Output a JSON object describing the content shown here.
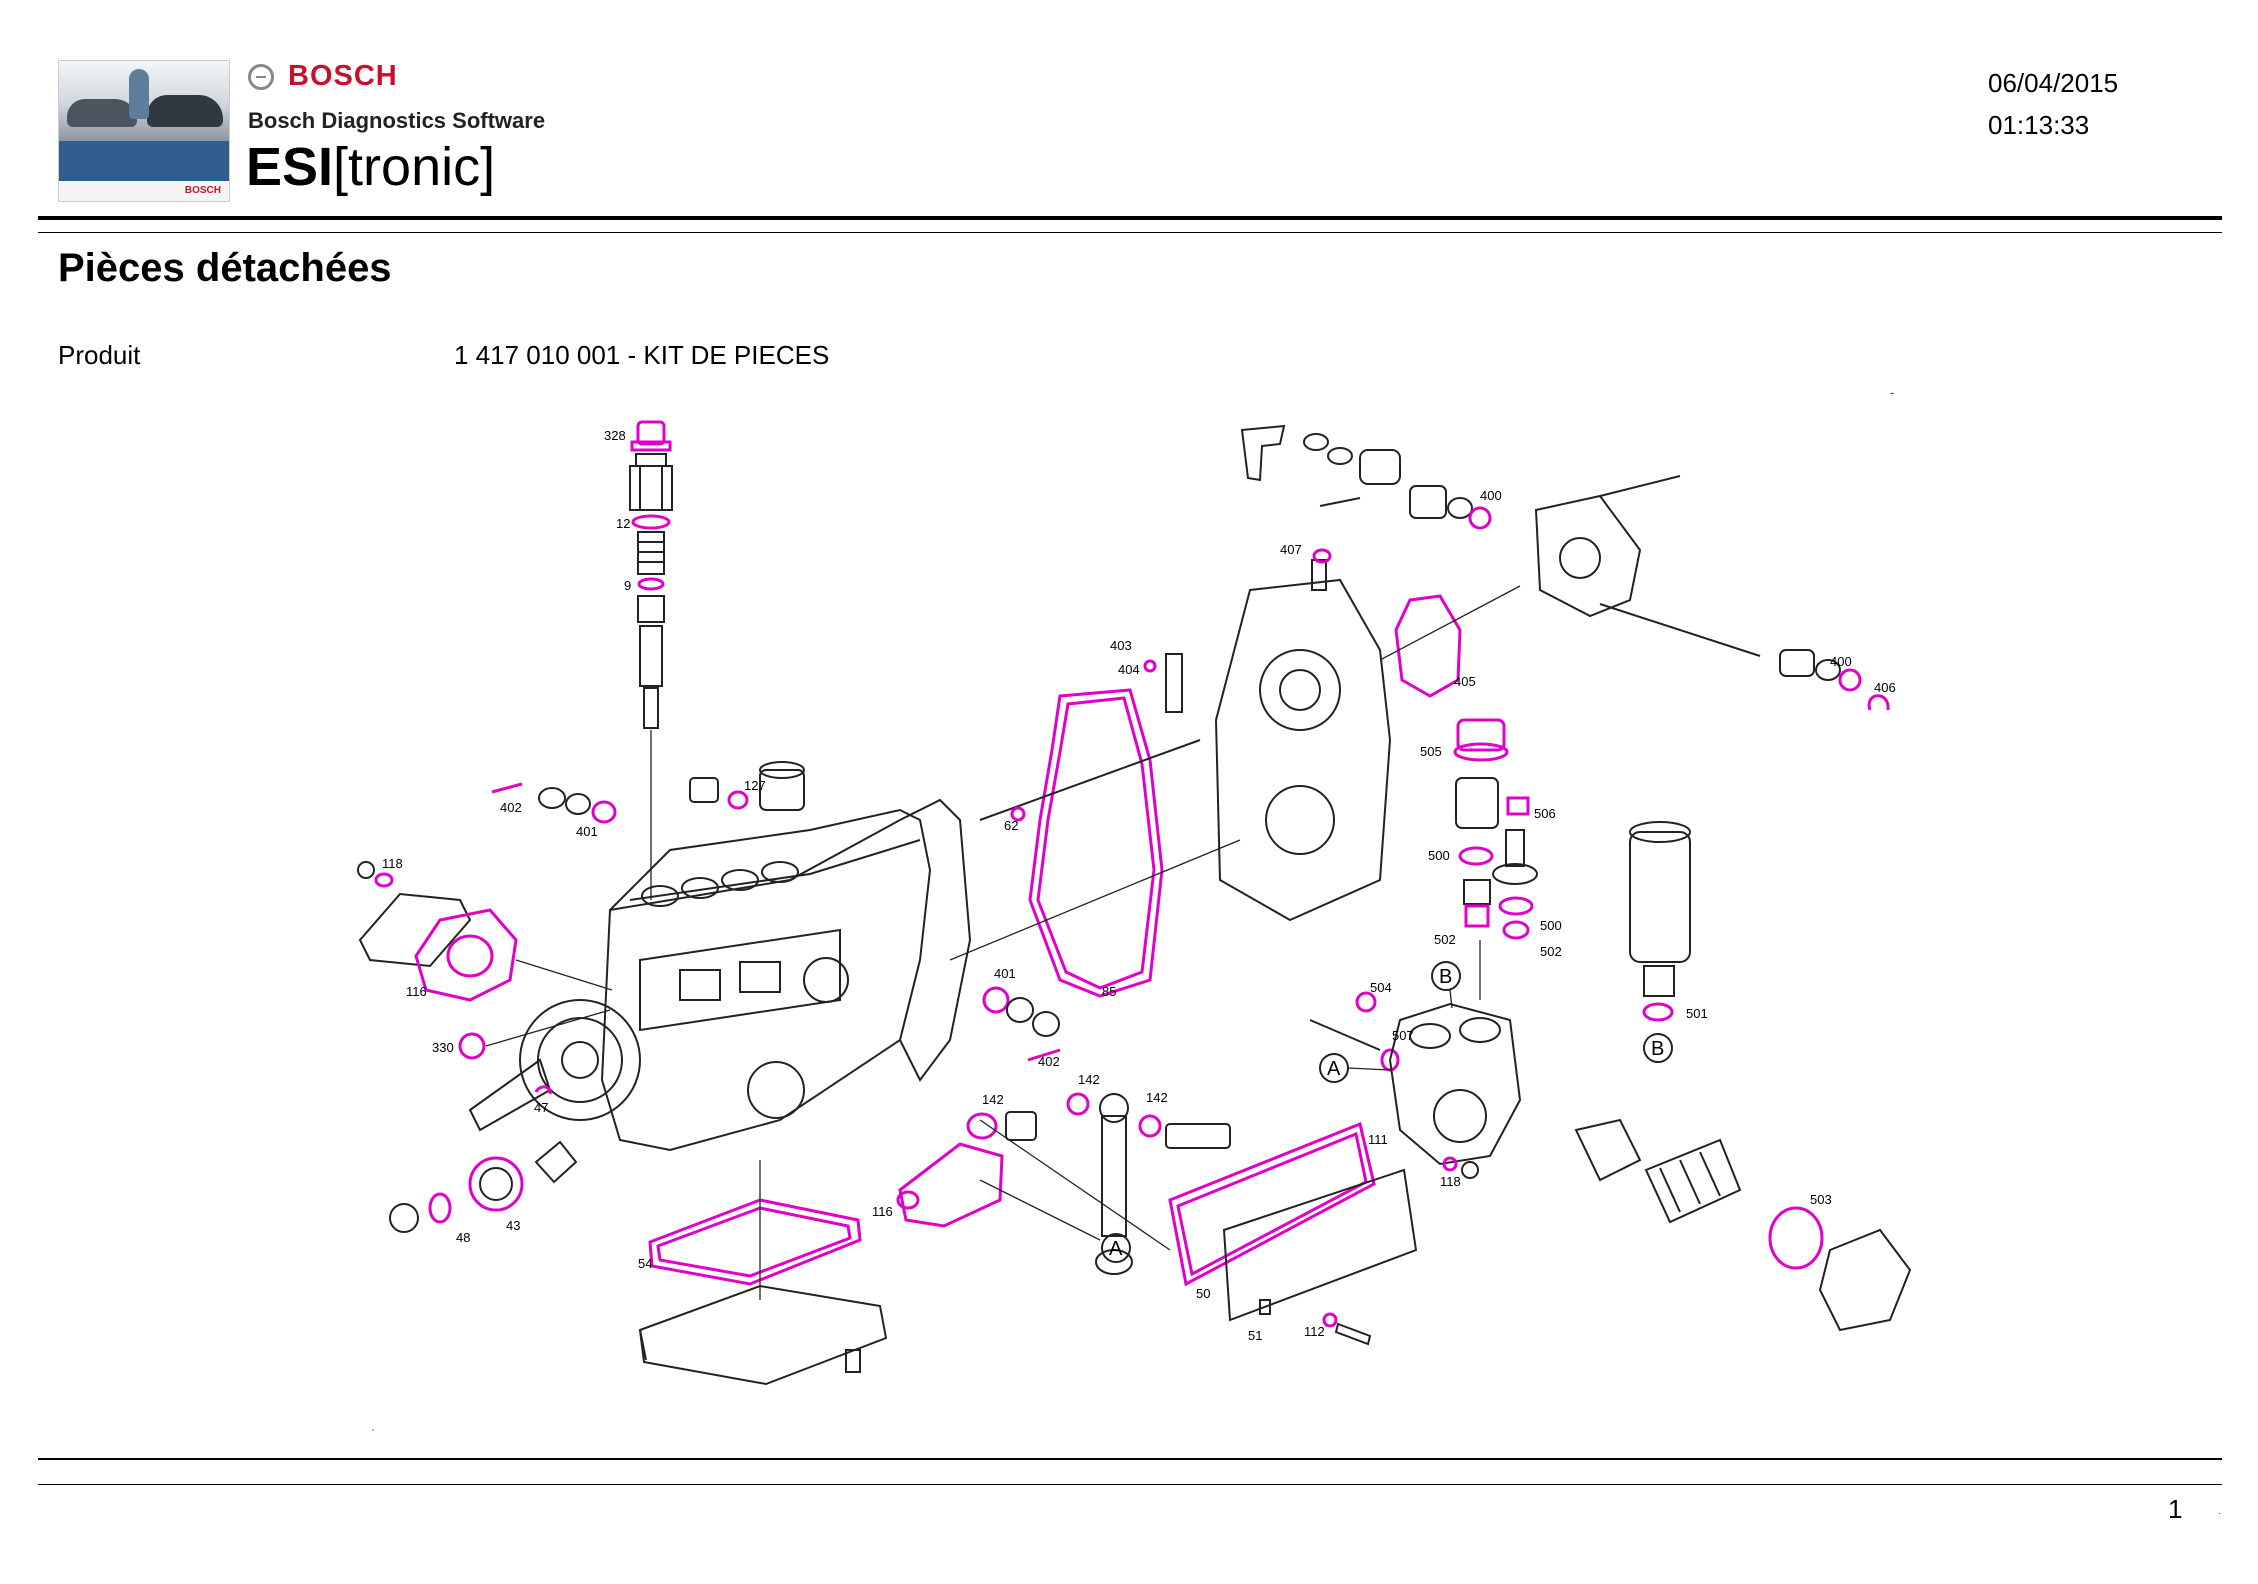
{
  "header": {
    "brand_word": "BOSCH",
    "software_line": "Bosch Diagnostics Software",
    "product_brand_bold": "ESI",
    "product_brand_rest": "[tronic]",
    "thumb_logo": "BOSCH",
    "date": "06/04/2015",
    "time": "01:13:33"
  },
  "page": {
    "title": "Pièces détachées",
    "product_label": "Produit",
    "product_value": "1 417 010 001 - KIT DE PIECES",
    "dash": "-",
    "dot_left": "'",
    "page_number": "1",
    "dot_right": "."
  },
  "colors": {
    "seal_highlight": "#e000c8",
    "drawing_line": "#222222",
    "brand_red": "#c8102e"
  },
  "diagram": {
    "callouts": {
      "c328": "328",
      "c12": "12",
      "c9": "9",
      "c402a": "402",
      "c401a": "401",
      "c127": "127",
      "c118a": "118",
      "c116a": "116",
      "c330": "330",
      "c47": "47",
      "c48": "48",
      "c43": "43",
      "c54": "54",
      "c116b": "116",
      "c142a": "142",
      "c142b": "142",
      "c142c": "142",
      "c401b": "401",
      "c402b": "402",
      "c85": "85",
      "c62": "62",
      "c403": "403",
      "c404": "404",
      "c407": "407",
      "c400a": "400",
      "c405": "405",
      "c400b": "400",
      "c406": "406",
      "c505": "505",
      "c506": "506",
      "c500a": "500",
      "c500b": "500",
      "c502a": "502",
      "c502b": "502",
      "c504": "504",
      "c507": "507",
      "c501": "501",
      "c111": "111",
      "c50": "50",
      "c51": "51",
      "c112": "112",
      "c118b": "118",
      "c503": "503"
    },
    "markers": {
      "A_left": "A",
      "A_mid": "A",
      "B_top": "B",
      "B_right": "B"
    }
  }
}
